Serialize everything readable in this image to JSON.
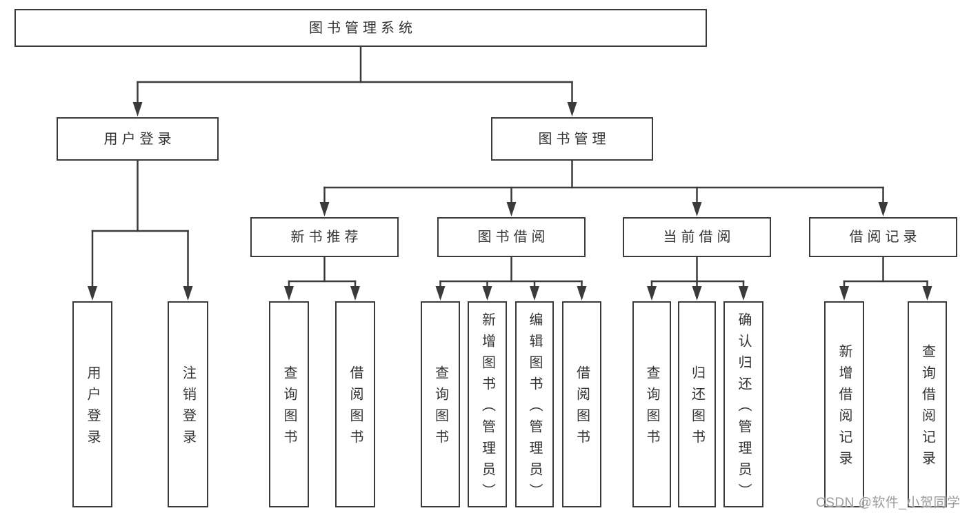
{
  "colors": {
    "line": "#3a3a3a",
    "text": "#333333",
    "box_bg": "#ffffff",
    "watermark": "#9b9b9b",
    "page_bg": "#ffffff"
  },
  "watermark": "CSDN @软件_小贺同学",
  "tree": {
    "root": {
      "label": "图书管理系统",
      "children": {
        "user_login": {
          "label": "用户登录",
          "children": {
            "login": {
              "label": "用户登录"
            },
            "logout": {
              "label": "注销登录"
            }
          }
        },
        "book_mgmt": {
          "label": "图书管理",
          "children": {
            "new_book_rec": {
              "label": "新书推荐",
              "children": {
                "query_book": {
                  "label": "查询图书"
                },
                "borrow_book": {
                  "label": "借阅图书"
                }
              }
            },
            "book_borrow": {
              "label": "图书借阅",
              "children": {
                "query_book": {
                  "label": "查询图书"
                },
                "add_book": {
                  "label": "新增图书（管理员）"
                },
                "edit_book": {
                  "label": "编辑图书（管理员）"
                },
                "borrow_book": {
                  "label": "借阅图书"
                }
              }
            },
            "current_borrow": {
              "label": "当前借阅",
              "children": {
                "query_book": {
                  "label": "查询图书"
                },
                "return_book": {
                  "label": "归还图书"
                },
                "confirm_return": {
                  "label": "确认归还（管理员）"
                }
              }
            },
            "borrow_records": {
              "label": "借阅记录",
              "children": {
                "add_record": {
                  "label": "新增借阅记录"
                },
                "query_record": {
                  "label": "查询借阅记录"
                }
              }
            }
          }
        }
      }
    }
  }
}
